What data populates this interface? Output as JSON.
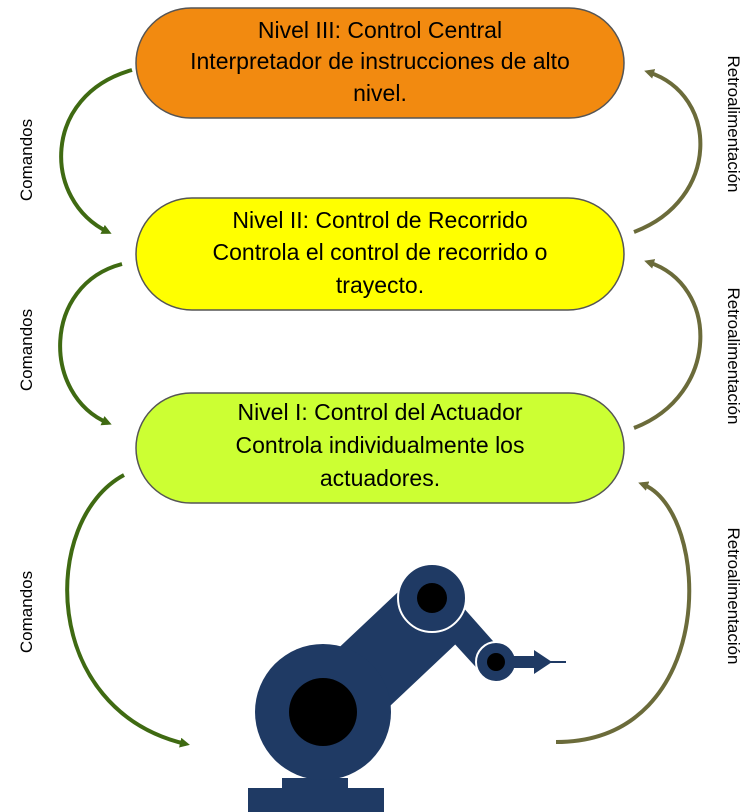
{
  "levels": [
    {
      "id": "level-3",
      "lines": [
        "Nivel III: Control Central",
        "Interpretador de instrucciones de alto",
        "nivel."
      ],
      "fill": "#f28a10"
    },
    {
      "id": "level-2",
      "lines": [
        "Nivel II: Control de Recorrido",
        "Controla el control de recorrido o",
        "trayecto."
      ],
      "fill": "#ffff00"
    },
    {
      "id": "level-1",
      "lines": [
        "Nivel I: Control del Actuador",
        "Controla individualmente los",
        "actuadores."
      ],
      "fill": "#ccff33"
    }
  ],
  "labels": {
    "commands": [
      "Comandos",
      "Comandos",
      "Comandos"
    ],
    "feedback": [
      "Retroalimentación",
      "Retroalimentación",
      "Retroalimentación"
    ]
  },
  "colors": {
    "commands_arrow": "#3f6a12",
    "feedback_arrow": "#6b6b3a",
    "robot_body": "#1f3a64",
    "robot_joint": "#000000",
    "node_border": "#555555"
  },
  "icons": {
    "robot": "industrial-robot-arm-icon"
  }
}
